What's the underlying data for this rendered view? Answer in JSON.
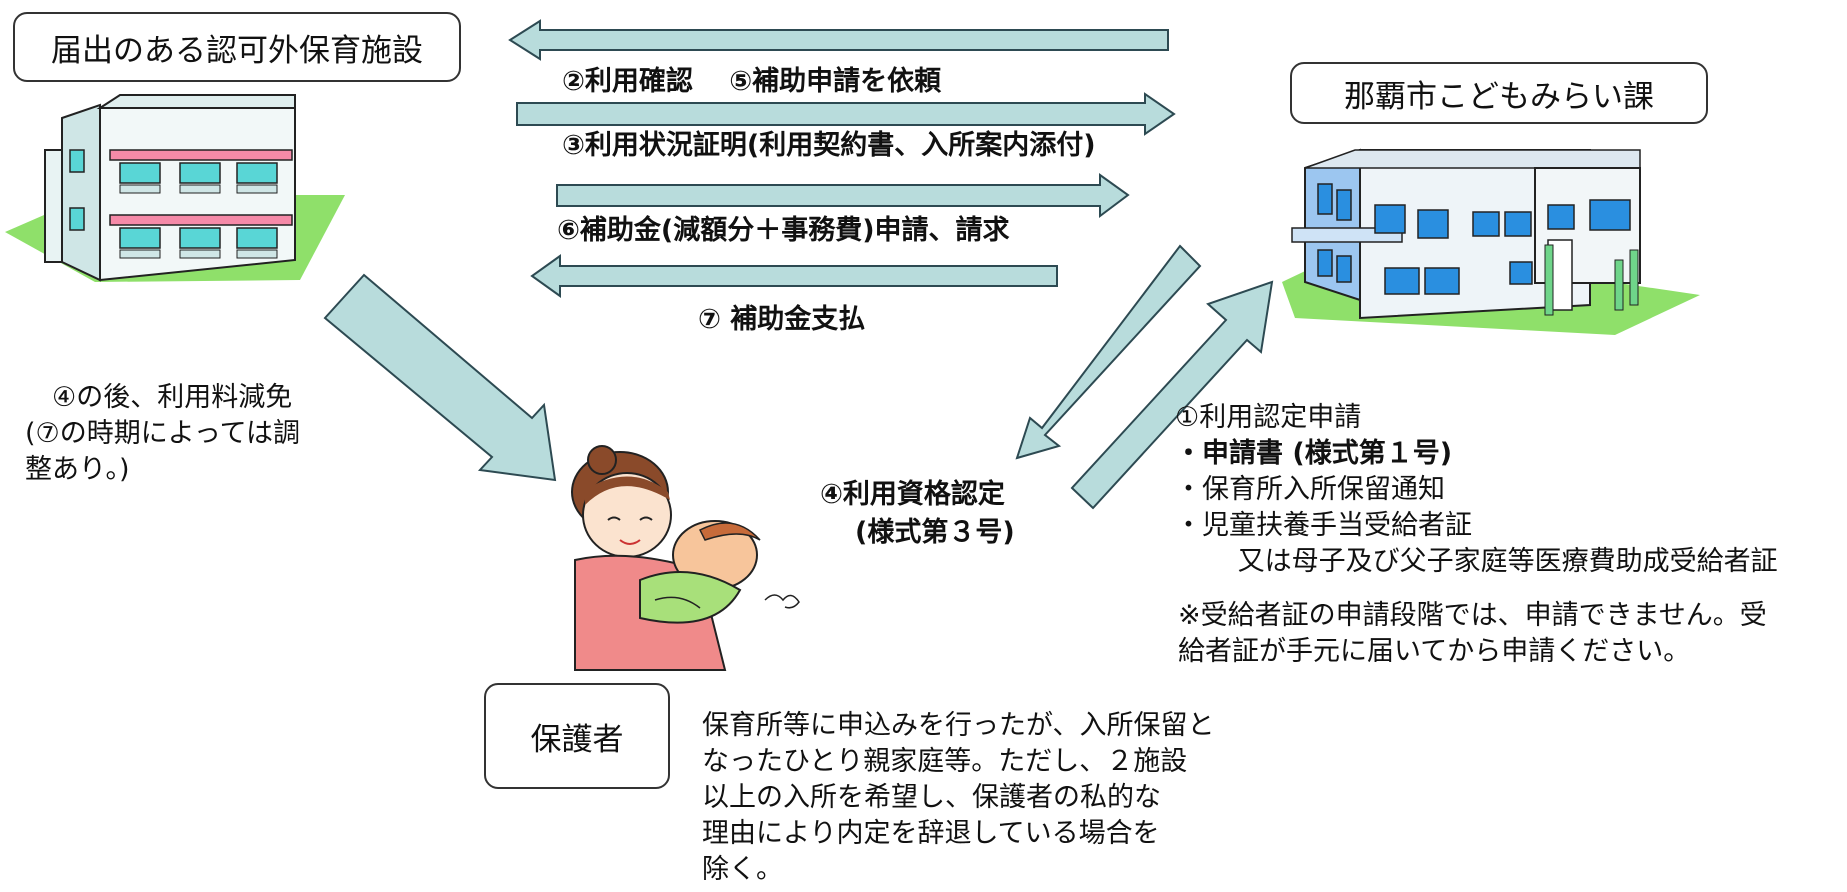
{
  "nodes": {
    "facility_title": "届出のある認可外保育施設",
    "city_title": "那覇市こどもみらい課",
    "guardian_title": "保護者"
  },
  "flows": {
    "step2_5": "②利用確認　 ⑤補助申請を依頼",
    "step3": "③利用状況証明(利用契約書、入所案内添付)",
    "step6": "⑥補助金(減額分＋事務費)申請、請求",
    "step7": "⑦ 補助金支払"
  },
  "left_note": {
    "lines": [
      "　④の後、利用料減免",
      "(⑦の時期によっては調",
      "整あり。)"
    ]
  },
  "certification": {
    "line1": "④利用資格認定",
    "line2": "(様式第３号)"
  },
  "application": {
    "lines": [
      "①利用認定申請",
      "・申請書 (様式第１号)",
      "・保育所入所保留通知",
      "・児童扶養手当受給者証",
      "　　 又は母子及び父子家庭等医療費助成受給者証",
      "※受給者証の申請段階では、申請できません。受",
      "給者証が手元に届いてから申請ください。"
    ]
  },
  "guardian_note": {
    "lines": [
      "保育所等に申込みを行ったが、入所保留と",
      "なったひとり親家庭等。ただし、２施設",
      "以上の入所を希望し、保護者の私的な",
      "理由により内定を辞退している場合を",
      "除く。"
    ]
  },
  "colors": {
    "arrow_fill": "#b8dcdc",
    "arrow_stroke": "#2d4a52",
    "grass": "#8fe06a",
    "pink": "#f58aa8",
    "window_blue": "#2a8fe0"
  }
}
